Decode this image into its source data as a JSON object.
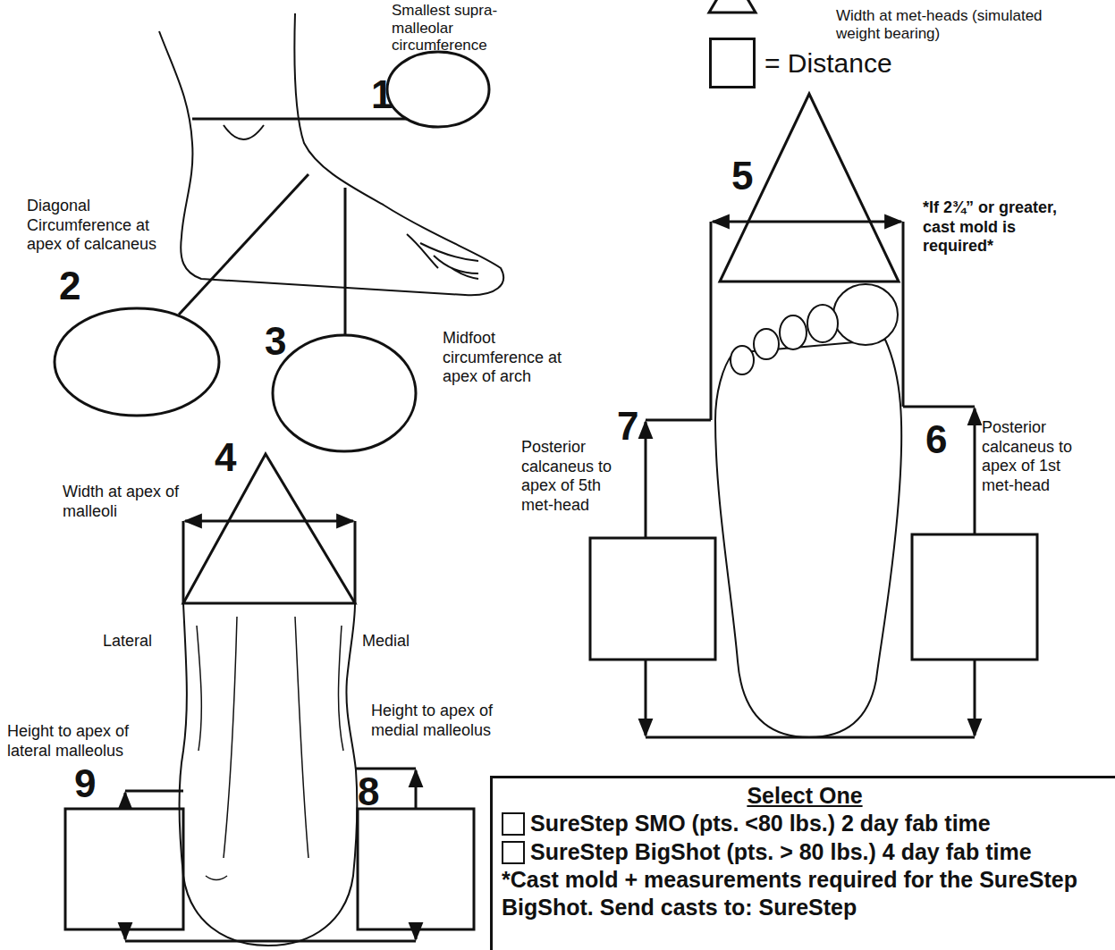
{
  "diagram": {
    "nodes": [
      {
        "text": [
          "Select One",
          "SureStep SMO (pts. <80 lbs.) 2 day fab time",
          "SureStep BigShot (pts. > 80 lbs.) 4 day fab time",
          "*Cast mold + measurements required for the SureStep BigShot. Send casts to: SureStep"
        ]
      }
    ],
    "edges": [],
    "labels": [
      "Smallest supra-malleolar circumference",
      "1",
      "Diagonal Circumference at apex of calcaneus",
      "2",
      "Midfoot circumference at apex of arch",
      "3",
      "Width at apex of malleoli",
      "4",
      "Lateral",
      "Medial",
      "Height to apex of medial malleolus",
      "8",
      "Height to apex of lateral malleolus",
      "9",
      "Width at met-heads (simulated weight bearing)",
      "5",
      "*If 2¾” or greater, cast mold is required*",
      "Posterior calcaneus to apex of 1st met-head",
      "6",
      "Posterior calcaneus to apex of 5th met-head",
      "7"
    ],
    "legend": [
      {
        "text": "= Distance"
      }
    ]
  }
}
